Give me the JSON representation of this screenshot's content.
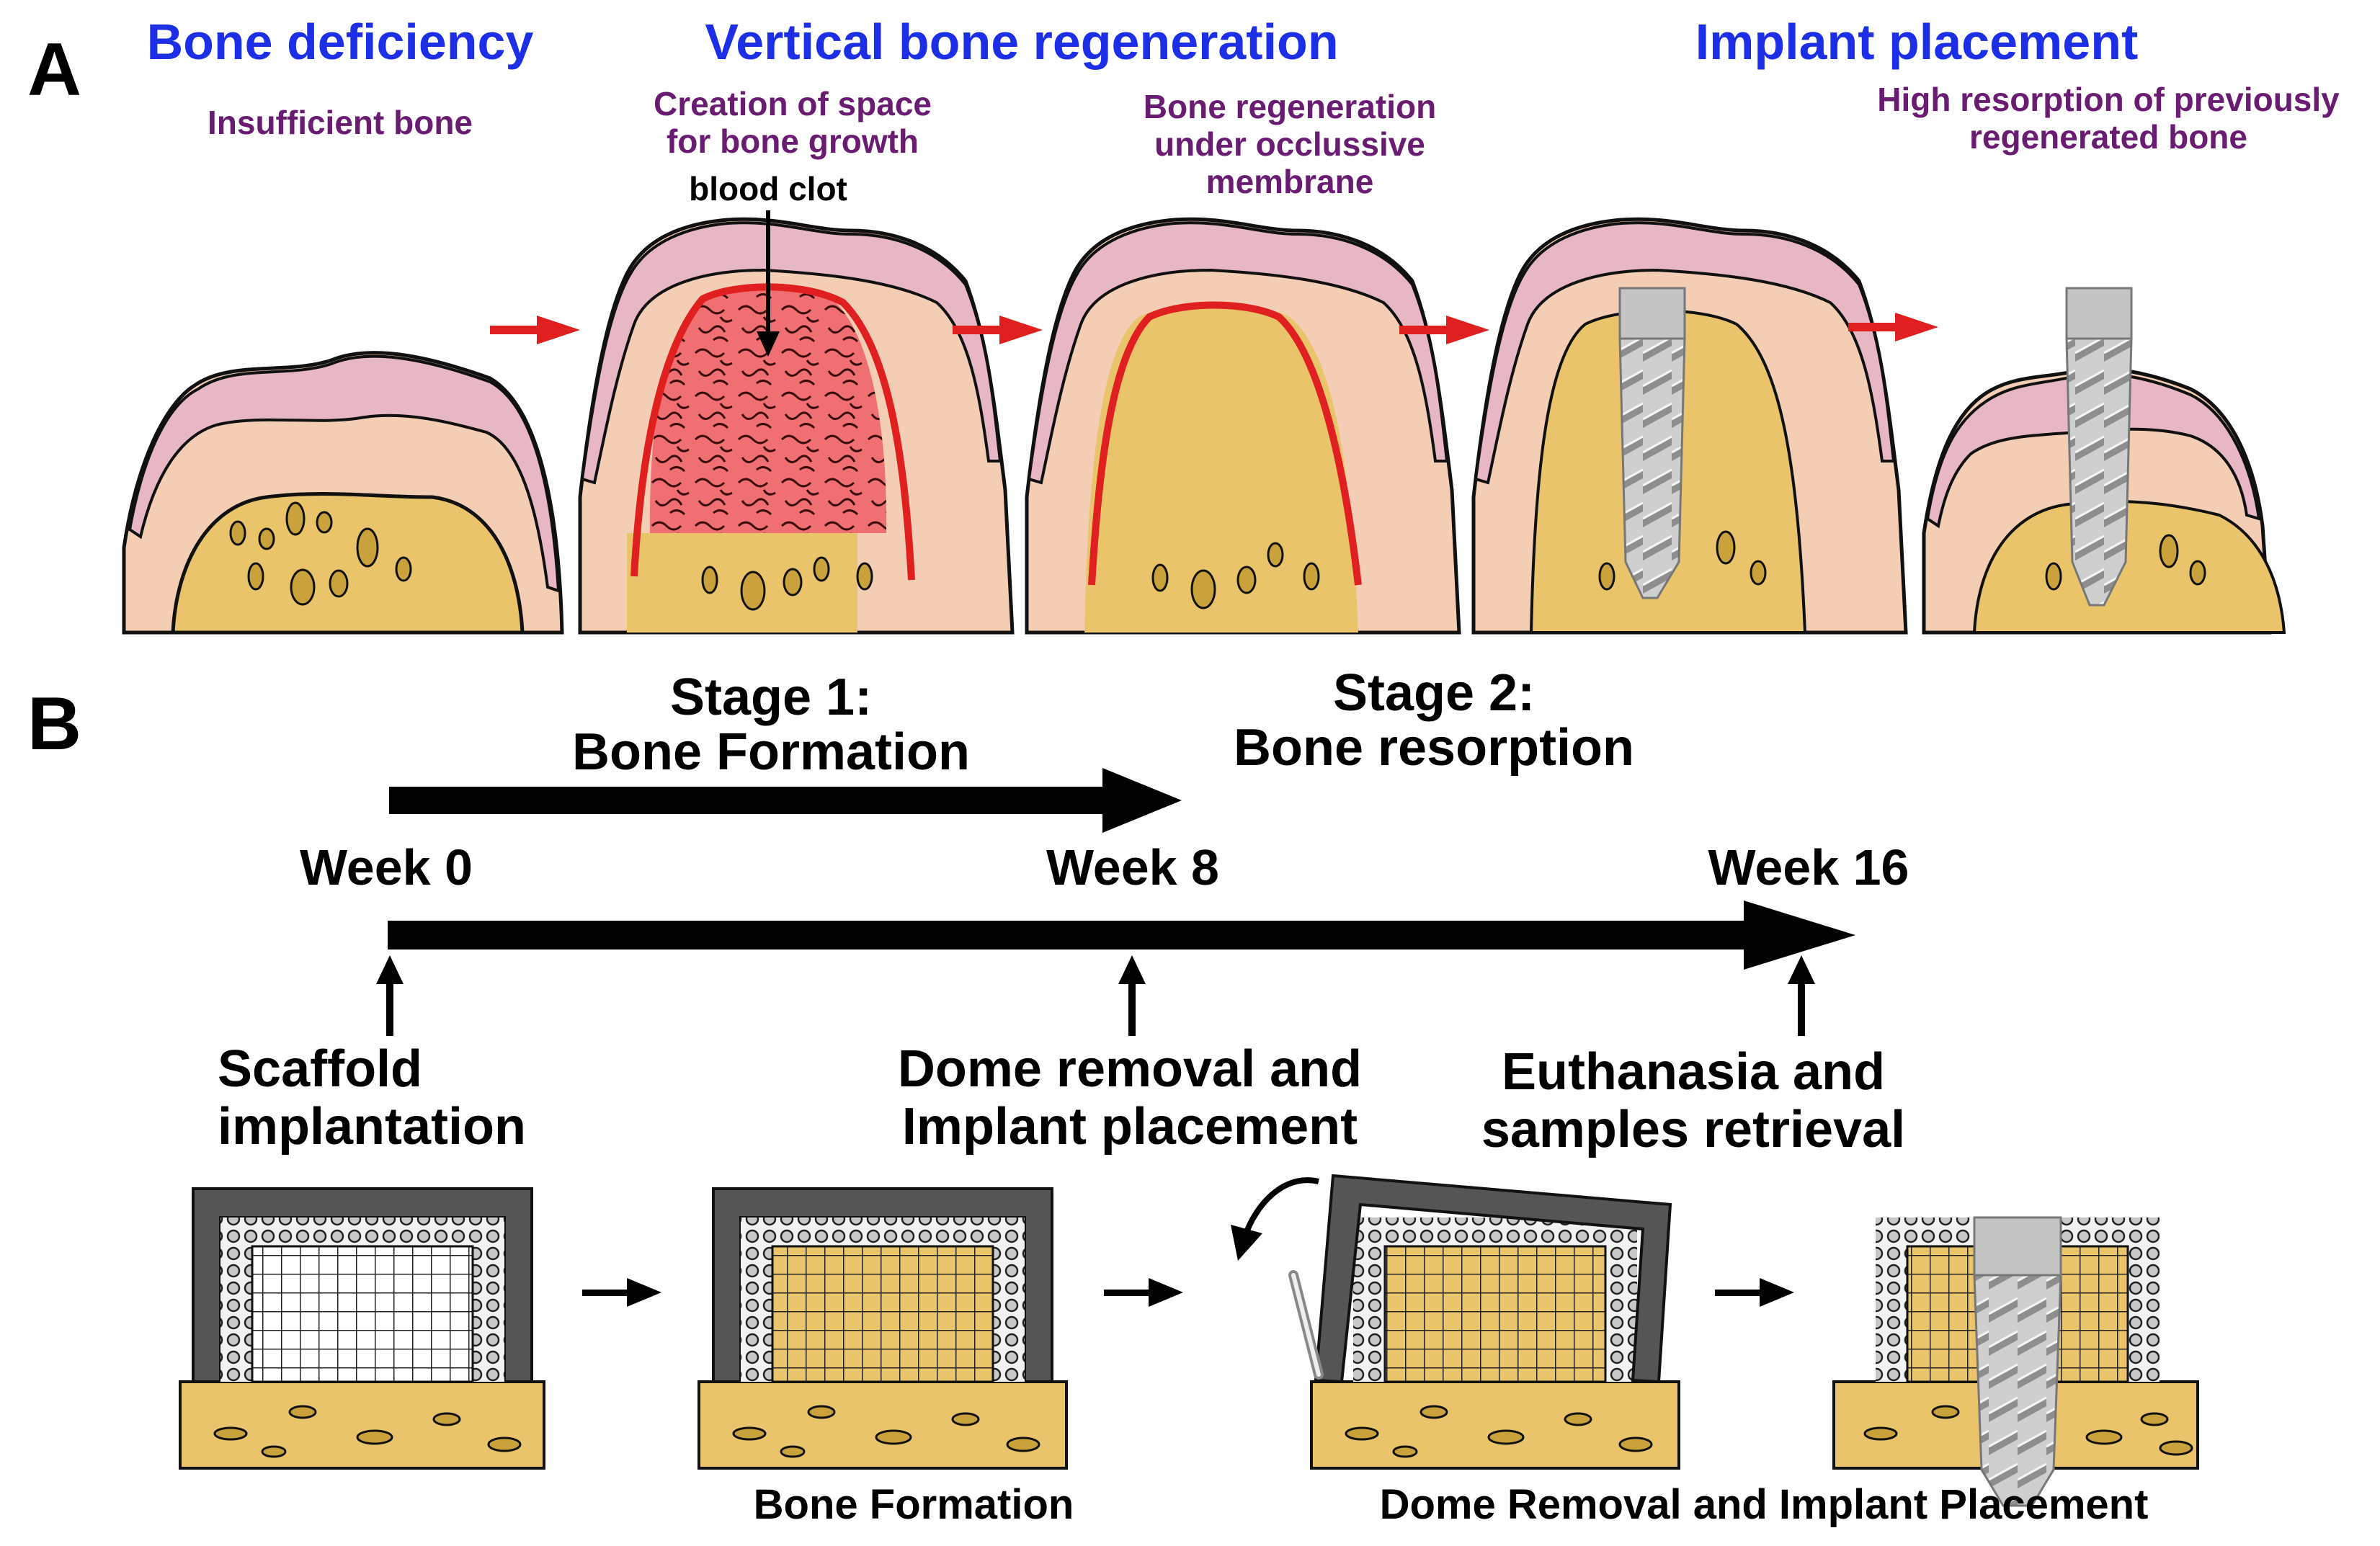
{
  "panel_a": {
    "letter": "A",
    "headings": [
      "Bone deficiency",
      "Vertical bone regeneration",
      "Implant placement"
    ],
    "captions": {
      "insufficient": "Insufficient bone",
      "creation_1": "Creation of space",
      "creation_2": "for bone growth",
      "blood_clot": "blood clot",
      "regen_1": "Bone regeneration",
      "regen_2": "under occlussive",
      "regen_3": "membrane",
      "resorption_1": "High resorption of previously",
      "resorption_2": "regenerated bone"
    }
  },
  "panel_b": {
    "letter": "B",
    "stage1_line1": "Stage 1:",
    "stage1_line2": "Bone Formation",
    "stage2_line1": "Stage 2:",
    "stage2_line2": "Bone resorption",
    "weeks": [
      "Week 0",
      "Week 8",
      "Week 16"
    ],
    "events": {
      "scaffold_1": "Scaffold",
      "scaffold_2": "implantation",
      "dome_1": "Dome removal and",
      "dome_2": "Implant placement",
      "euth_1": "Euthanasia and",
      "euth_2": "samples retrieval"
    },
    "captions": {
      "formation": "Bone Formation",
      "removal": "Dome Removal and Implant Placement"
    }
  },
  "colors": {
    "heading": "#1d2fe6",
    "caption": "#6a1b72",
    "gum": "#f4cdb5",
    "gingiva": "#e8b7c4",
    "bone": "#e9c46a",
    "membrane": "#e02020",
    "clot": "#ef6f72",
    "dome": "#555555"
  }
}
